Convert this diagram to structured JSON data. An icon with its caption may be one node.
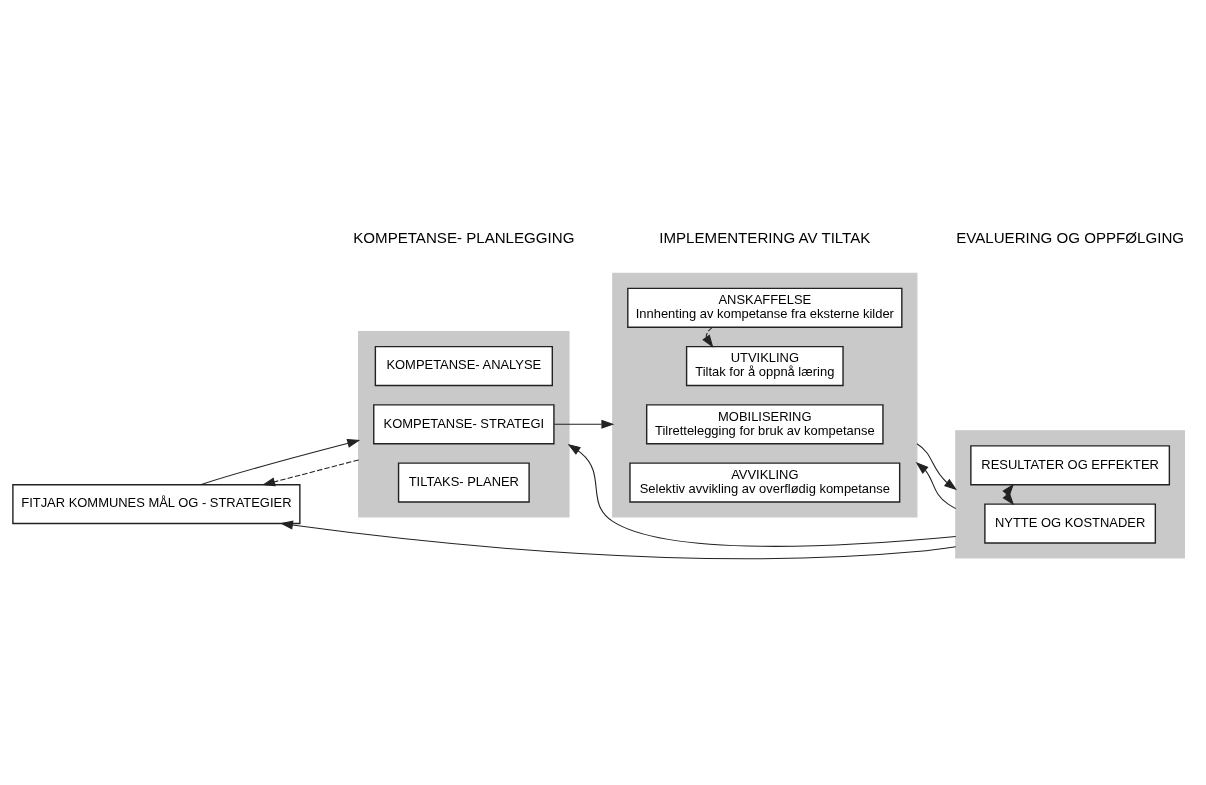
{
  "diagram": {
    "nodes": [
      {
        "text": [
          "FITJAR KOMMUNES MÅL OG - STRATEGIER"
        ]
      },
      {
        "text": [],
        "shape": "box"
      },
      {
        "text": [
          "KOMPETANSE- ANALYSE"
        ],
        "in": 1
      },
      {
        "text": [
          "KOMPETANSE- STRATEGI"
        ],
        "in": 1
      },
      {
        "text": [
          "TILTAKS- PLANER"
        ],
        "in": 1
      },
      {
        "text": [],
        "shape": "box"
      },
      {
        "text": [
          "ANSKAFFELSE",
          "Innhenting av kompetanse fra eksterne kilder"
        ],
        "in": 5
      },
      {
        "text": [
          "UTVIKLING",
          "Tiltak for å oppnå læring"
        ],
        "in": 5
      },
      {
        "text": [
          "MOBILISERING",
          "Tilrettelegging for bruk av kompetanse"
        ],
        "in": 5
      },
      {
        "text": [
          "AVVIKLING",
          "Selektiv avvikling av overflødig kompetanse"
        ],
        "in": 5
      },
      {
        "text": [],
        "shape": "box"
      },
      {
        "text": [
          "RESULTATER OG EFFEKTER"
        ],
        "in": 10
      },
      {
        "text": [
          "NYTTE OG KOSTNADER"
        ],
        "in": 10
      }
    ],
    "edges": [
      {
        "from": 0,
        "to": 1,
        "arrow": "to"
      },
      {
        "from": 1,
        "to": 0,
        "arrow": "to",
        "style": "dashed"
      },
      {
        "from": 3,
        "to": 5,
        "arrow": "to"
      },
      {
        "from": 6,
        "to": 7,
        "arrow": "to",
        "style": "dashed"
      },
      {
        "from": 5,
        "to": 10,
        "arrow": "to"
      },
      {
        "from": 11,
        "to": 12,
        "arrow": "both"
      },
      {
        "from": 10,
        "to": 0,
        "arrow": "to"
      },
      {
        "from": 10,
        "to": 1,
        "arrow": "to"
      },
      {
        "from": 10,
        "to": 5,
        "arrow": "to"
      }
    ],
    "labels": [
      "KOMPETANSE- PLANLEGGING",
      "IMPLEMENTERING AV TILTAK",
      "EVALUERING OG OPPFØLGING"
    ]
  }
}
